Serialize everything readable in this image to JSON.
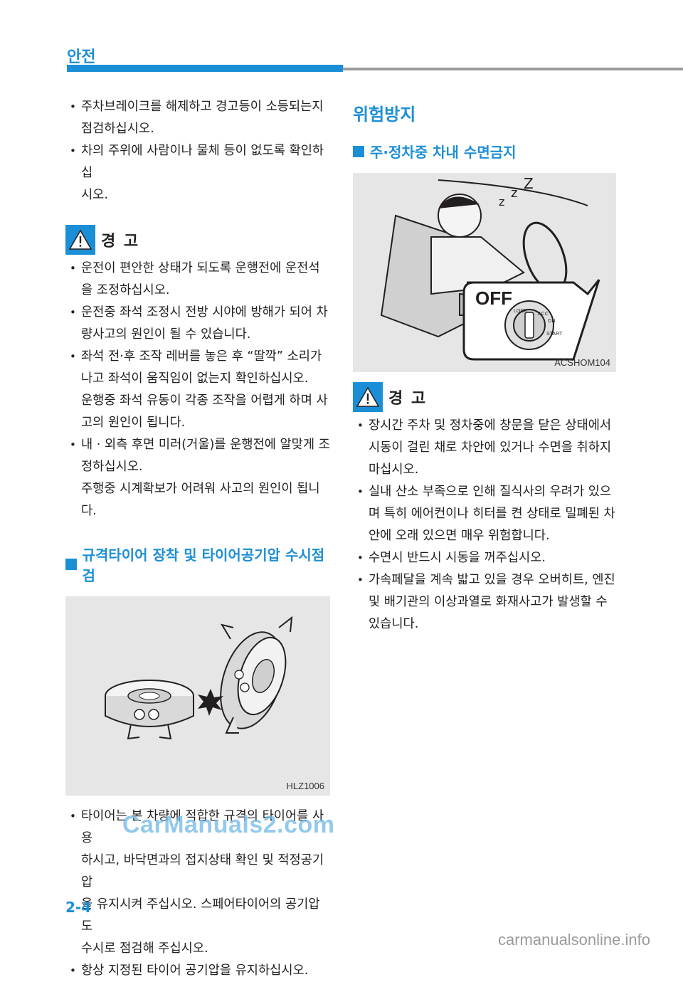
{
  "header": {
    "section": "안전"
  },
  "left": {
    "intro_bullets": [
      {
        "line1": "주차브레이크를 해제하고 경고등이 소등되는지",
        "line2": "점검하십시오."
      },
      {
        "line1": "차의 주위에 사람이나 물체 등이 없도록 확인하십",
        "line2": "시오."
      }
    ],
    "warning1": {
      "label": "경 고",
      "bullets": [
        {
          "lines": [
            "운전이 편안한 상태가 되도록 운행전에 운전석",
            "을 조정하십시오."
          ]
        },
        {
          "lines": [
            "운전중 좌석 조정시 전방 시야에 방해가 되어 차",
            "량사고의 원인이 될 수 있습니다."
          ]
        },
        {
          "lines": [
            "좌석 전·후 조작 레버를 놓은 후 “딸깍” 소리가",
            "나고 좌석이 움직임이 없는지 확인하십시오.",
            "운행중 좌석 유동이 각종 조작을 어렵게 하며 사",
            "고의 원인이 됩니다."
          ]
        },
        {
          "lines": [
            "내 · 외측 후면 미러(거울)를 운행전에 알맞게 조",
            "정하십시오.",
            "주행중 시계확보가 어려워 사고의 원인이 됩니다."
          ]
        }
      ]
    },
    "tire_section": {
      "title": "규격타이어 장착 및 타이어공기압 수시점검",
      "figure_code": "HLZ1006",
      "bullets": [
        {
          "lines": [
            "타이어는 본 차량에 적합한 규격의 타이어를 사용",
            "하시고, 바닥면과의 접지상태 확인 및 적정공기압",
            "을 유지시켜 주십시오. 스페어타이어의 공기압도",
            "수시로 점검해 주십시오."
          ]
        },
        {
          "lines": [
            "항상 지정된 타이어 공기압을 유지하십시오."
          ]
        }
      ]
    }
  },
  "right": {
    "main_title": "위험방지",
    "sleep_section": {
      "title": "주·정차중 차내 수면금지",
      "figure_code": "ACSHOM104",
      "off_text": "OFF",
      "key_labels": [
        "ACC",
        "ON",
        "START",
        "LOCK"
      ]
    },
    "warning2": {
      "label": "경 고",
      "bullets": [
        {
          "lines": [
            "장시간 주차 및 정차중에 창문을 닫은 상태에서",
            "시동이 걸린 채로 차안에 있거나 수면을 취하지",
            "마십시오."
          ]
        },
        {
          "lines": [
            "실내 산소 부족으로 인해 질식사의 우려가 있으",
            "며 특히 에어컨이나 히터를 켠 상태로 밀폐된 차",
            "안에 오래 있으면 매우 위험합니다."
          ]
        },
        {
          "lines": [
            "수면시 반드시 시동을 꺼주십시오."
          ]
        },
        {
          "lines": [
            "가속페달을 계속 밟고 있을 경우 오버히트, 엔진",
            "및 배기관의 이상과열로 화재사고가 발생할 수",
            "있습니다."
          ]
        }
      ]
    }
  },
  "footer": {
    "page_number": "2-4",
    "watermark": "CarManuals2.com",
    "site": "carmanualsonline.info"
  },
  "colors": {
    "accent": "#1a8fd7",
    "gray_bar": "#9c9c9c",
    "figure_bg": "#e6e6e6"
  }
}
